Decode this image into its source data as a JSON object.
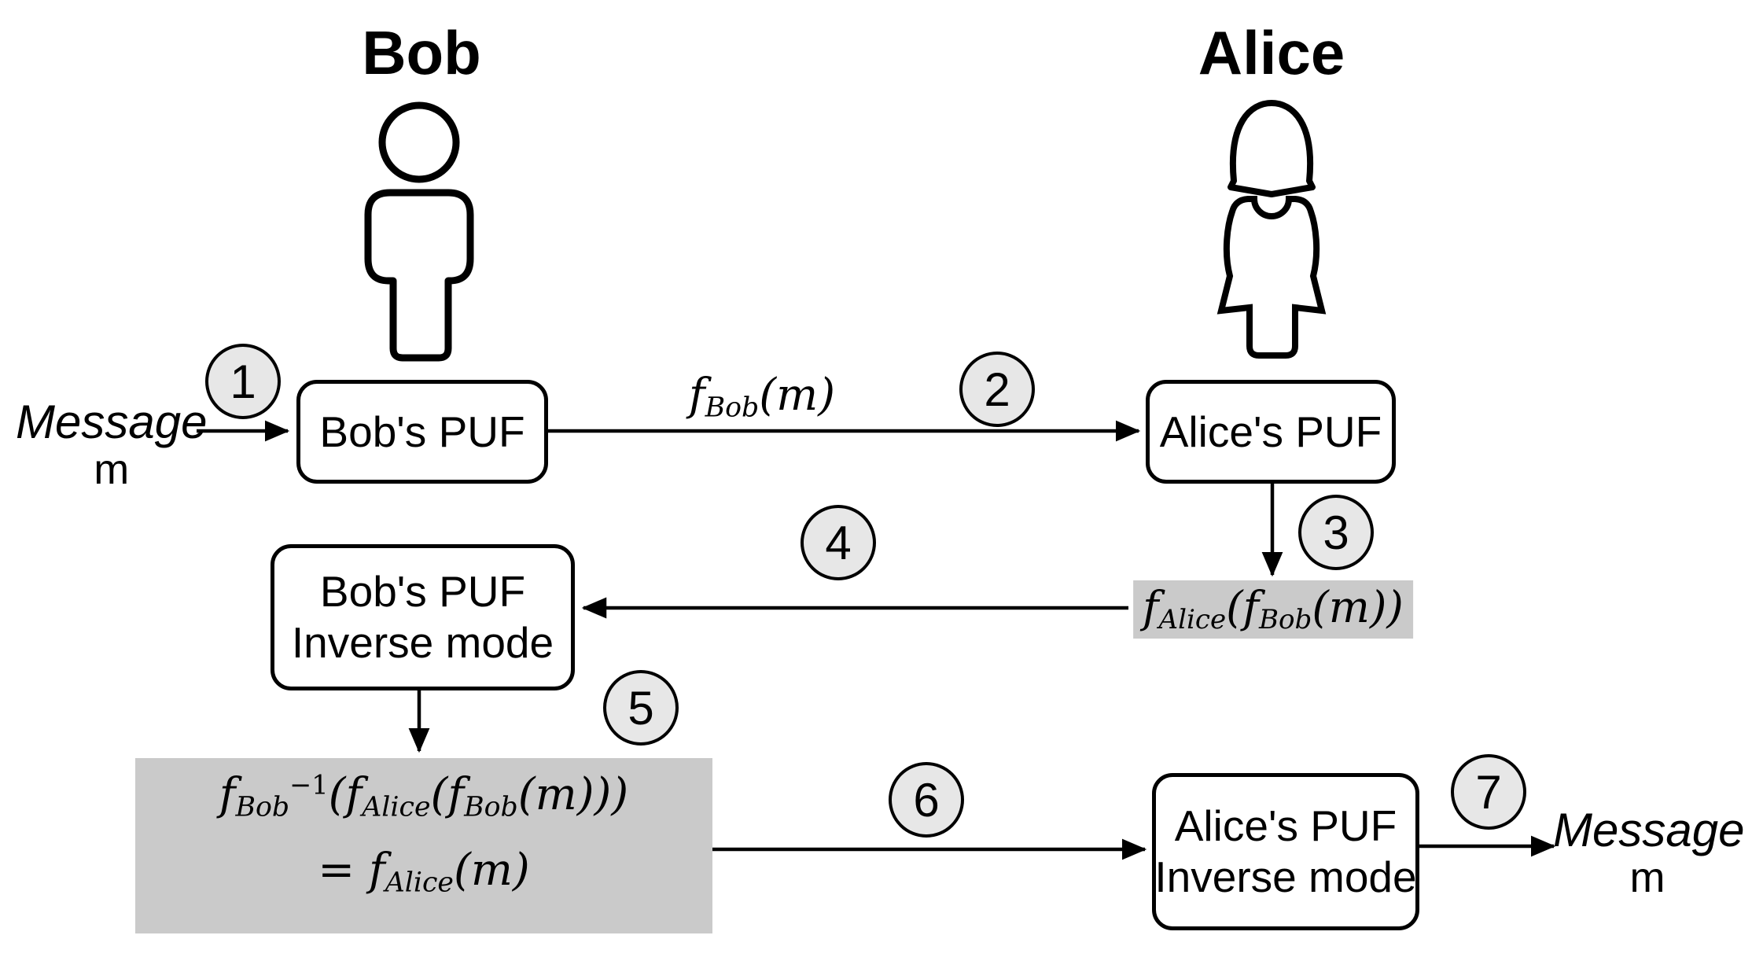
{
  "actors": {
    "bob": {
      "title": "Bob"
    },
    "alice": {
      "title": "Alice"
    }
  },
  "nodes": {
    "bob_puf": {
      "label": "Bob's PUF"
    },
    "alice_puf": {
      "label": "Alice's PUF"
    },
    "bob_puf_inverse": {
      "line1": "Bob's PUF",
      "line2": "Inverse mode"
    },
    "alice_puf_inverse": {
      "line1": "Alice's PUF",
      "line2": "Inverse mode"
    }
  },
  "io": {
    "input": {
      "word": "Message",
      "symbol": "m"
    },
    "output": {
      "word": "Message",
      "symbol": "m"
    }
  },
  "steps": {
    "s1": "1",
    "s2": "2",
    "s3": "3",
    "s4": "4",
    "s5": "5",
    "s6": "6",
    "s7": "7"
  },
  "formulas": {
    "f_bob_m": {
      "f": "f",
      "sub": "Bob",
      "rest": "(m)"
    },
    "f_alice_f_bob_m": {
      "f1": "f",
      "sub1": "Alice",
      "open1": "(",
      "f2": "f",
      "sub2": "Bob",
      "rest": "(m))"
    },
    "inverse_result_line1": {
      "f1": "f",
      "sub1": "Bob",
      "sup1": "−1",
      "open1": "(",
      "f2": "f",
      "sub2": "Alice",
      "open2": "(",
      "f3": "f",
      "sub3": "Bob",
      "rest": "(m)))"
    },
    "inverse_result_line2": {
      "eq": "= ",
      "f": "f",
      "sub": "Alice",
      "rest": "(m)"
    }
  },
  "icons": {
    "bob": "male-person-icon",
    "alice": "female-person-icon"
  },
  "colors": {
    "step_circle_fill": "#e7e7e7",
    "highlight_fill": "#cacaca",
    "stroke": "#000000",
    "background": "#ffffff"
  }
}
